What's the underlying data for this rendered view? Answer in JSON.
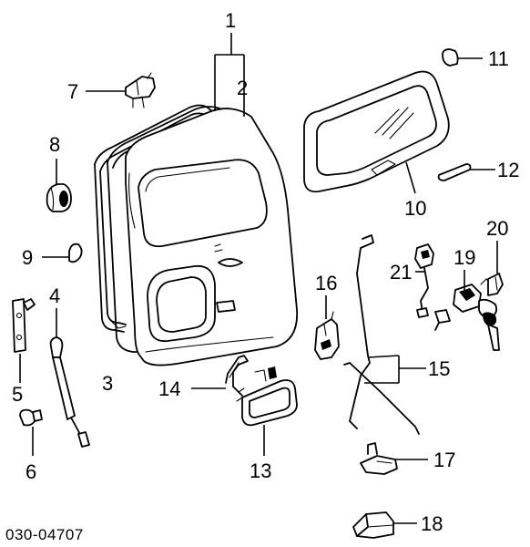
{
  "diagram": {
    "callouts": [
      {
        "id": "1",
        "label": "1"
      },
      {
        "id": "2",
        "label": "2"
      },
      {
        "id": "3",
        "label": "3"
      },
      {
        "id": "4",
        "label": "4"
      },
      {
        "id": "5",
        "label": "5"
      },
      {
        "id": "6",
        "label": "6"
      },
      {
        "id": "7",
        "label": "7"
      },
      {
        "id": "8",
        "label": "8"
      },
      {
        "id": "9",
        "label": "9"
      },
      {
        "id": "10",
        "label": "10"
      },
      {
        "id": "11",
        "label": "11"
      },
      {
        "id": "12",
        "label": "12"
      },
      {
        "id": "13",
        "label": "13"
      },
      {
        "id": "14",
        "label": "14"
      },
      {
        "id": "15",
        "label": "15"
      },
      {
        "id": "16",
        "label": "16"
      },
      {
        "id": "17",
        "label": "17"
      },
      {
        "id": "18",
        "label": "18"
      },
      {
        "id": "19",
        "label": "19"
      },
      {
        "id": "20",
        "label": "20"
      },
      {
        "id": "21",
        "label": "21"
      }
    ],
    "drawing_code": "030-04707"
  }
}
